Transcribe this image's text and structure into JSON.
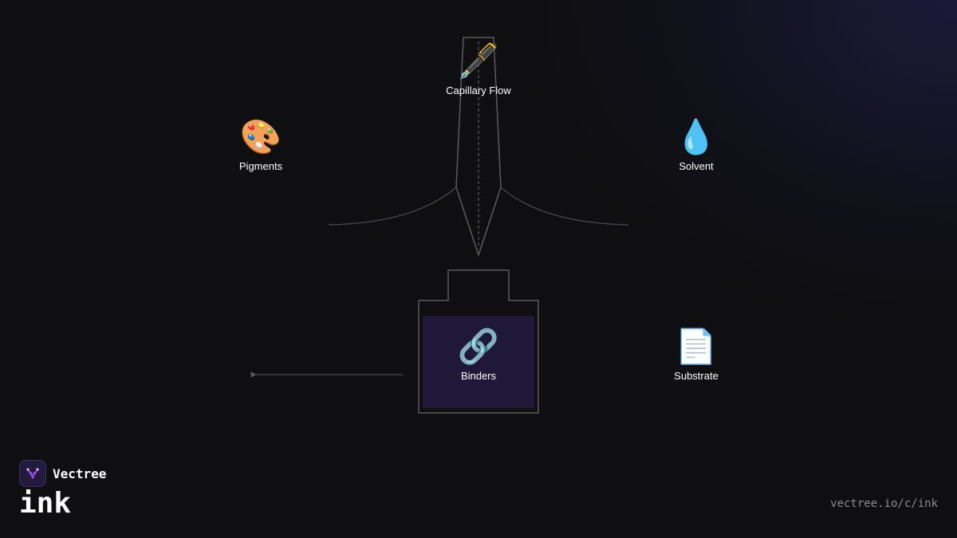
{
  "nodes": {
    "capillary": {
      "label": "Capillary Flow",
      "icon": "🖋️",
      "icon_name": "fountain-pen-icon"
    },
    "pigments": {
      "label": "Pigments",
      "icon": "🎨",
      "icon_name": "palette-icon"
    },
    "solvent": {
      "label": "Solvent",
      "icon": "💧",
      "icon_name": "droplet-icon"
    },
    "binders": {
      "label": "Binders",
      "icon": "🔗",
      "icon_name": "link-icon"
    },
    "substrate": {
      "label": "Substrate",
      "icon": "📄",
      "icon_name": "document-icon"
    }
  },
  "brand": {
    "name": "Vectree",
    "product": "ink",
    "url": "vectree.io/c/ink"
  },
  "colors": {
    "background": "#0f0f12",
    "line": "#5a5a5f",
    "bottle_fill": "#1f1838",
    "accent": "#a855f7"
  }
}
